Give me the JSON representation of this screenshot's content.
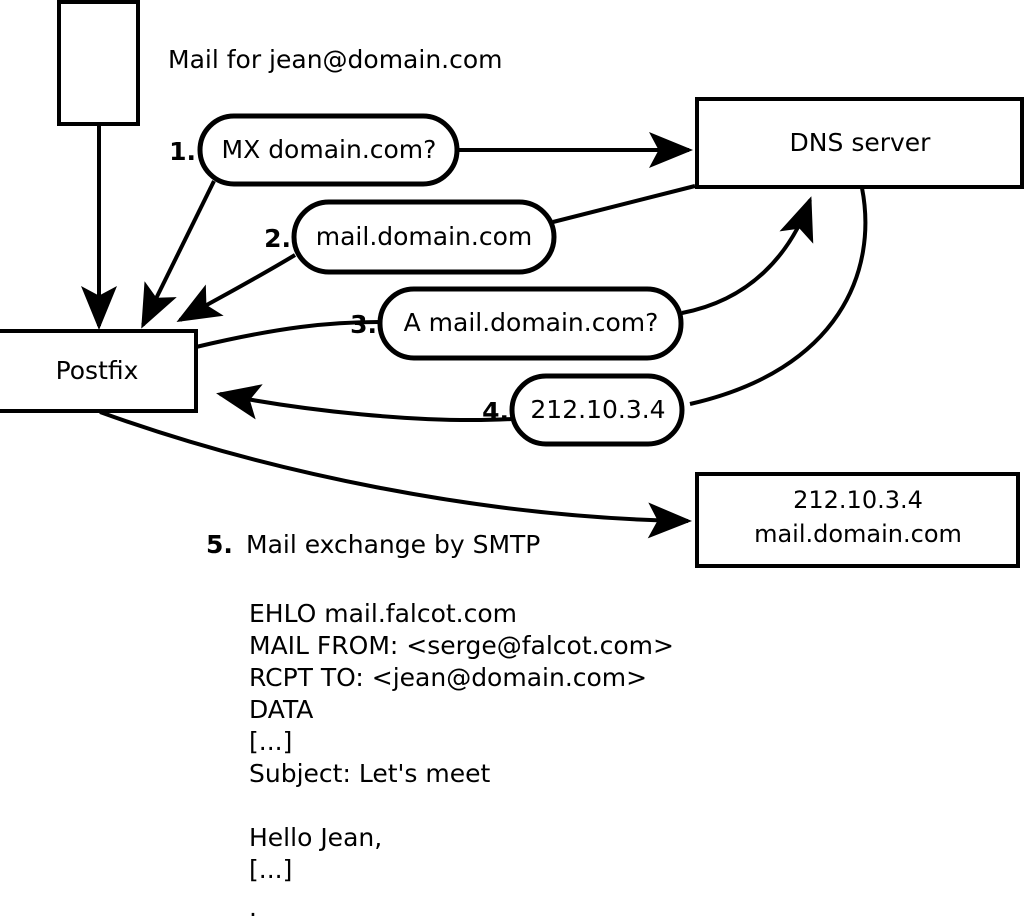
{
  "diagram": {
    "title": "Mail for jean@domain.com",
    "nodes": {
      "sender_box": {
        "label": ""
      },
      "postfix": {
        "label": "Postfix"
      },
      "dns_server": {
        "label": "DNS server"
      },
      "mail_server": {
        "line1": "212.10.3.4",
        "line2": "mail.domain.com"
      }
    },
    "steps": [
      {
        "num": "1.",
        "label": "MX domain.com?"
      },
      {
        "num": "2.",
        "label": "mail.domain.com"
      },
      {
        "num": "3.",
        "label": "A mail.domain.com?"
      },
      {
        "num": "4.",
        "label": "212.10.3.4"
      }
    ],
    "step5": {
      "num": "5.",
      "label": "Mail exchange by SMTP"
    },
    "transcript": [
      "EHLO mail.falcot.com",
      "MAIL FROM: <serge@falcot.com>",
      "RCPT TO: <jean@domain.com>",
      "DATA",
      "[...]",
      "Subject: Let's meet",
      "",
      "Hello Jean,",
      "[...]",
      "",
      "."
    ],
    "colors": {
      "stroke": "#000000",
      "fill": "#ffffff",
      "text": "#000000"
    }
  }
}
